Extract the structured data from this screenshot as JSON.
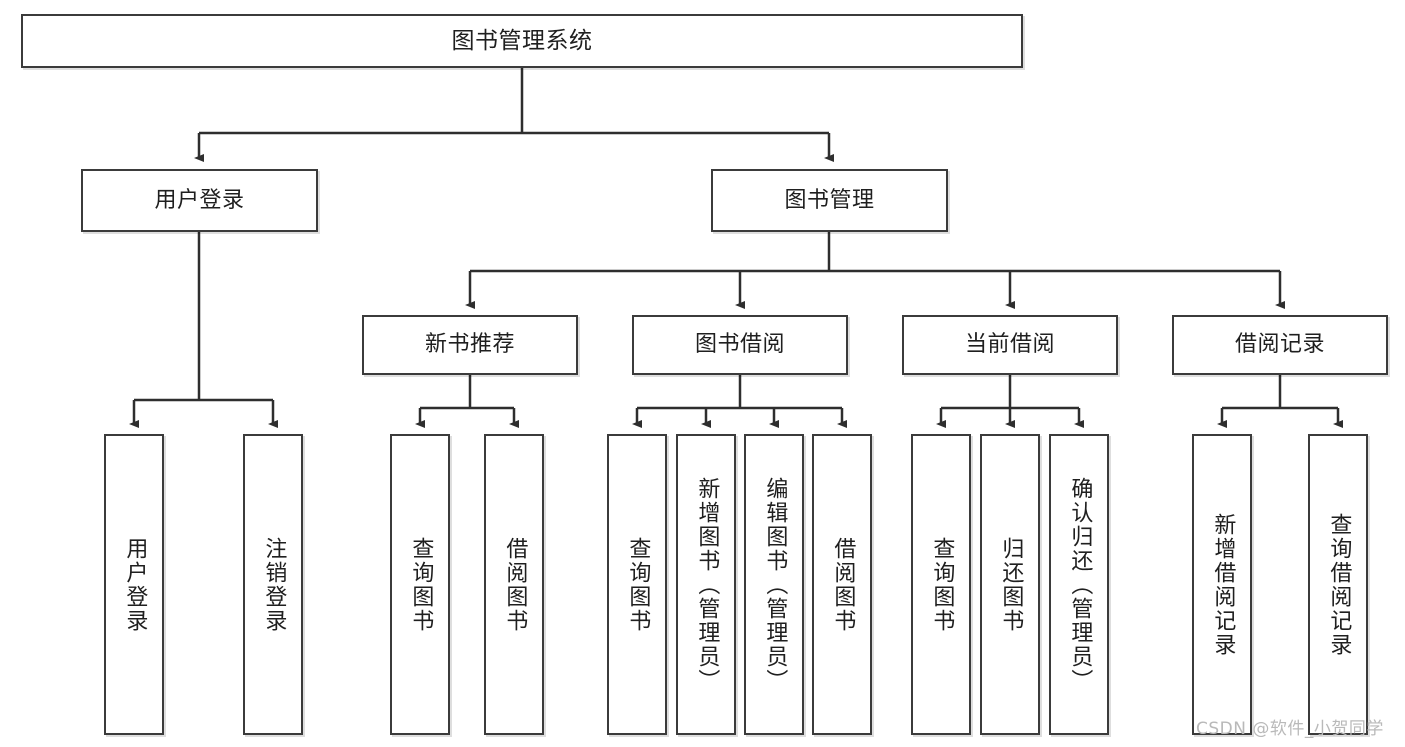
{
  "diagram": {
    "title": "图书管理系统",
    "type": "tree",
    "watermark": "CSDN @软件_小贺同学",
    "colors": {
      "node_border": "#3b3b3b",
      "node_fill": "#ffffff",
      "edge": "#2e2e2e",
      "text": "#1f1f1f",
      "watermark": "#b9b9b9",
      "background": "#ffffff"
    },
    "nodes": {
      "root": {
        "label": "图书管理系统"
      },
      "level2": [
        {
          "id": "user-login",
          "label": "用户登录"
        },
        {
          "id": "book-manage",
          "label": "图书管理"
        }
      ],
      "level3": [
        {
          "id": "new-book-recommend",
          "label": "新书推荐"
        },
        {
          "id": "book-borrow",
          "label": "图书借阅"
        },
        {
          "id": "current-borrow",
          "label": "当前借阅"
        },
        {
          "id": "borrow-record",
          "label": "借阅记录"
        }
      ],
      "leaves": [
        {
          "id": "leaf-user-login",
          "label": "用户登录",
          "parent": "user-login"
        },
        {
          "id": "leaf-logout-login",
          "label": "注销登录",
          "parent": "user-login"
        },
        {
          "id": "leaf-query-book-1",
          "label": "查询图书",
          "parent": "new-book-recommend"
        },
        {
          "id": "leaf-borrow-book-1",
          "label": "借阅图书",
          "parent": "new-book-recommend"
        },
        {
          "id": "leaf-query-book-2",
          "label": "查询图书",
          "parent": "book-borrow"
        },
        {
          "id": "leaf-add-book",
          "label": "新增图书（管理员）",
          "parent": "book-borrow"
        },
        {
          "id": "leaf-edit-book",
          "label": "编辑图书（管理员）",
          "parent": "book-borrow"
        },
        {
          "id": "leaf-borrow-book-2",
          "label": "借阅图书",
          "parent": "book-borrow"
        },
        {
          "id": "leaf-query-book-3",
          "label": "查询图书",
          "parent": "current-borrow"
        },
        {
          "id": "leaf-return-book",
          "label": "归还图书",
          "parent": "current-borrow"
        },
        {
          "id": "leaf-confirm-return",
          "label": "确认归还（管理员）",
          "parent": "current-borrow"
        },
        {
          "id": "leaf-add-borrow-record",
          "label": "新增借阅记录",
          "parent": "borrow-record"
        },
        {
          "id": "leaf-query-borrow-record",
          "label": "查询借阅记录",
          "parent": "borrow-record"
        }
      ]
    }
  }
}
